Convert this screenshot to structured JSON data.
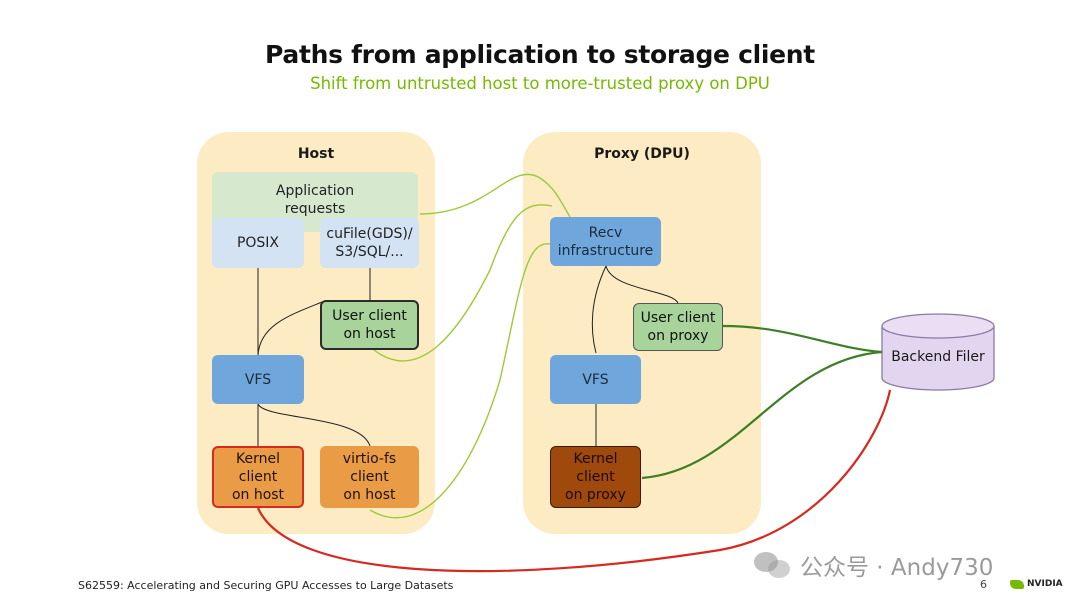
{
  "title": "Paths from application to storage client",
  "subtitle": "Shift from untrusted host to more-trusted proxy on DPU",
  "host": {
    "title": "Host",
    "app": "Application\nrequests",
    "posix": "POSIX",
    "cufile": "cuFile(GDS)/\nS3/SQL/...",
    "user_client": "User client\non host",
    "vfs": "VFS",
    "kernel_client": "Kernel\nclient\non host",
    "virtiofs": "virtio-fs\nclient\non host"
  },
  "proxy": {
    "title": "Proxy (DPU)",
    "recv": "Recv\ninfrastructure",
    "user_client": "User client\non proxy",
    "vfs": "VFS",
    "kernel_client": "Kernel\nclient\non proxy"
  },
  "backend": "Backend Filer",
  "footer": "S62559: Accelerating and Securing GPU Accesses to Large Datasets",
  "page_number": "6",
  "brand": "NVIDIA",
  "watermark": "公众号 · Andy730",
  "colors": {
    "accent_green": "#76b900",
    "panel": "#fdebc3",
    "link_dark_green": "#3d7f26",
    "link_light_green": "#9ccb38",
    "link_red": "#d62a20"
  }
}
